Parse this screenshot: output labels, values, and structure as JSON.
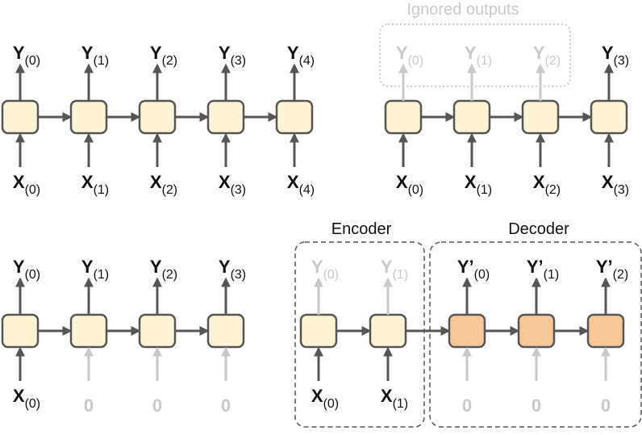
{
  "colors": {
    "cell_fill": "#fff3d6",
    "decoder_cell_fill": "#f7c799",
    "cell_stroke": "#555555",
    "arrow": "#555555",
    "faded": "#c8c8c8"
  },
  "symbols": {
    "output": "Y",
    "output_prime": "Y’",
    "input": "X",
    "zero": "0"
  },
  "subscripts": [
    "(0)",
    "(1)",
    "(2)",
    "(3)",
    "(4)"
  ],
  "captions": {
    "ignored_outputs": "Ignored outputs",
    "encoder": "Encoder",
    "decoder": "Decoder"
  }
}
